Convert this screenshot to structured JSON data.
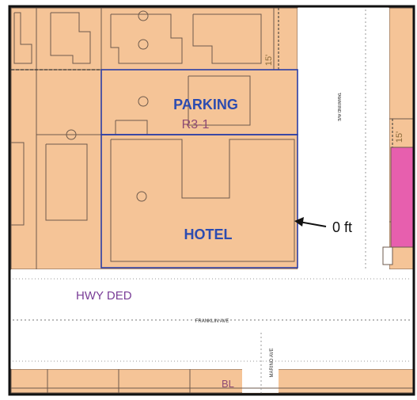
{
  "map": {
    "labels": {
      "parking": "PARKING",
      "zone": "R3-1",
      "hotel": "HOTEL",
      "setback": "0 ft",
      "hwy_ded": "HWY DED",
      "franklin": "FRANKLIN AVE",
      "tamarind": "TAMARIND AVE",
      "marino": "MARINO AVE",
      "bl": "BL",
      "dim_top": "15'",
      "dim_right": "15'"
    },
    "colors": {
      "parcel_fill": "#f5c497",
      "parcel_line": "#6e5a4c",
      "street": "#ffffff",
      "site_outline": "#2b3ea5",
      "site_text": "#2c4bb0",
      "zone_text": "#8e4b74",
      "hwy_text": "#7a3e97",
      "pink_parcel": "#e75fae",
      "frame": "#111111"
    }
  }
}
